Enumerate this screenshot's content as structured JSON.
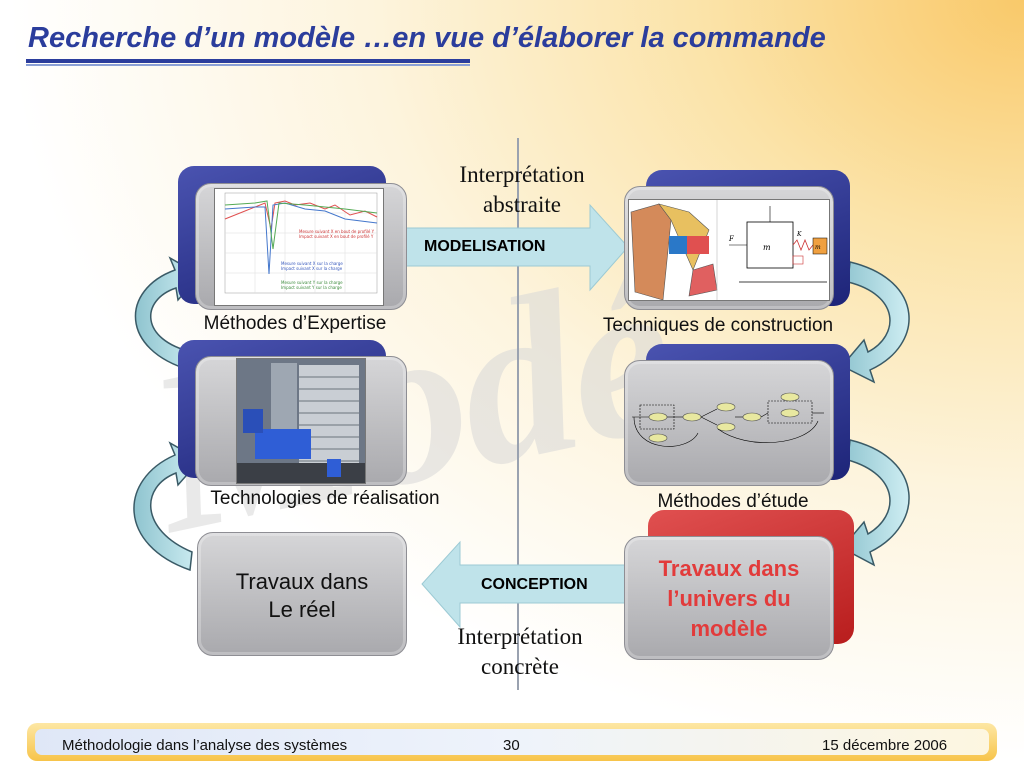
{
  "slide": {
    "title": "Recherche d’un modèle …en vue d’élaborer la commande"
  },
  "diagram": {
    "interp_abstraite": [
      "Interprétation",
      "abstraite"
    ],
    "interp_concrete": [
      "Interprétation",
      "concrète"
    ],
    "modelisation": "MODELISATION",
    "conception": "CONCEPTION",
    "left": {
      "methodes_expertise": "Méthodes d’Expertise",
      "technologies": "Technologies de réalisation",
      "travaux_reel": [
        "Travaux dans",
        "Le réel"
      ]
    },
    "right": {
      "techniques": "Techniques de construction",
      "methodes_etude": "Méthodes d’étude",
      "travaux_modele": [
        "Travaux dans",
        "l’univers du",
        "modèle"
      ]
    },
    "chart_legend": [
      "Mesure suivant X en bout de profilé Y",
      "Impact suivant X en bout de profilé Y",
      "Mesure suivant X sur la charge",
      "Impact suivant X sur la charge",
      "Mesure suivant Y sur la charge",
      "Impact suivant Y sur la charge"
    ],
    "model_labels": {
      "m": "m",
      "k": "K",
      "f": "F",
      "mass": "m"
    }
  },
  "footer": {
    "left": "Méthodologie dans l’analyse des systèmes",
    "page": "30",
    "date": "15 décembre 2006"
  },
  "colors": {
    "title": "#2b3d9c",
    "box_back": "#262d8c",
    "red_box": "#d63030",
    "arrow": "#bfe3ea",
    "red_text": "#e23b3b"
  }
}
